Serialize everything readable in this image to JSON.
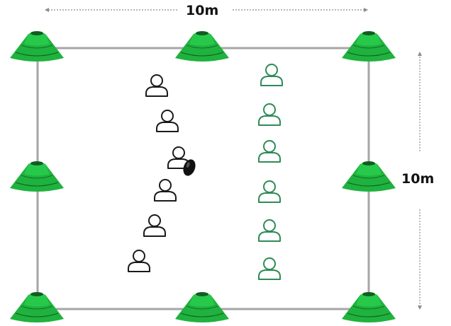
{
  "dimensions": {
    "width_label": "10m",
    "height_label": "10m"
  },
  "colors": {
    "cone": "#1fb23e",
    "cone_dark": "#0f5e21",
    "field_line": "#a6a6a6",
    "team_a": "#1a1a1a",
    "team_b": "#2e8b57",
    "arrow": "#8c8c8c",
    "ball": "#111111"
  },
  "icons": {
    "cone": "training-cone-icon",
    "player": "player-icon",
    "ball": "ball-icon"
  },
  "field": {
    "cone_count": 8
  },
  "teams": {
    "team_a_count": 6,
    "team_b_count": 6,
    "ball_count": 1
  }
}
